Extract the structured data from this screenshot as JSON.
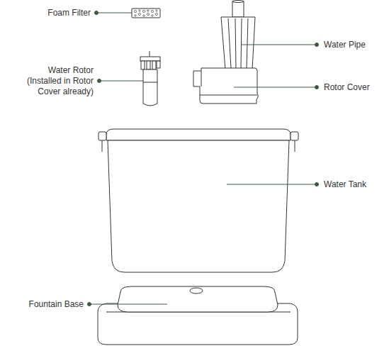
{
  "diagram": {
    "labels": [
      "Foam Filter",
      "Water Rotor (Installed in Rotor Cover already)",
      "Water Pipe",
      "Rotor Cover",
      "Water Tank",
      "Fountain Base"
    ]
  }
}
